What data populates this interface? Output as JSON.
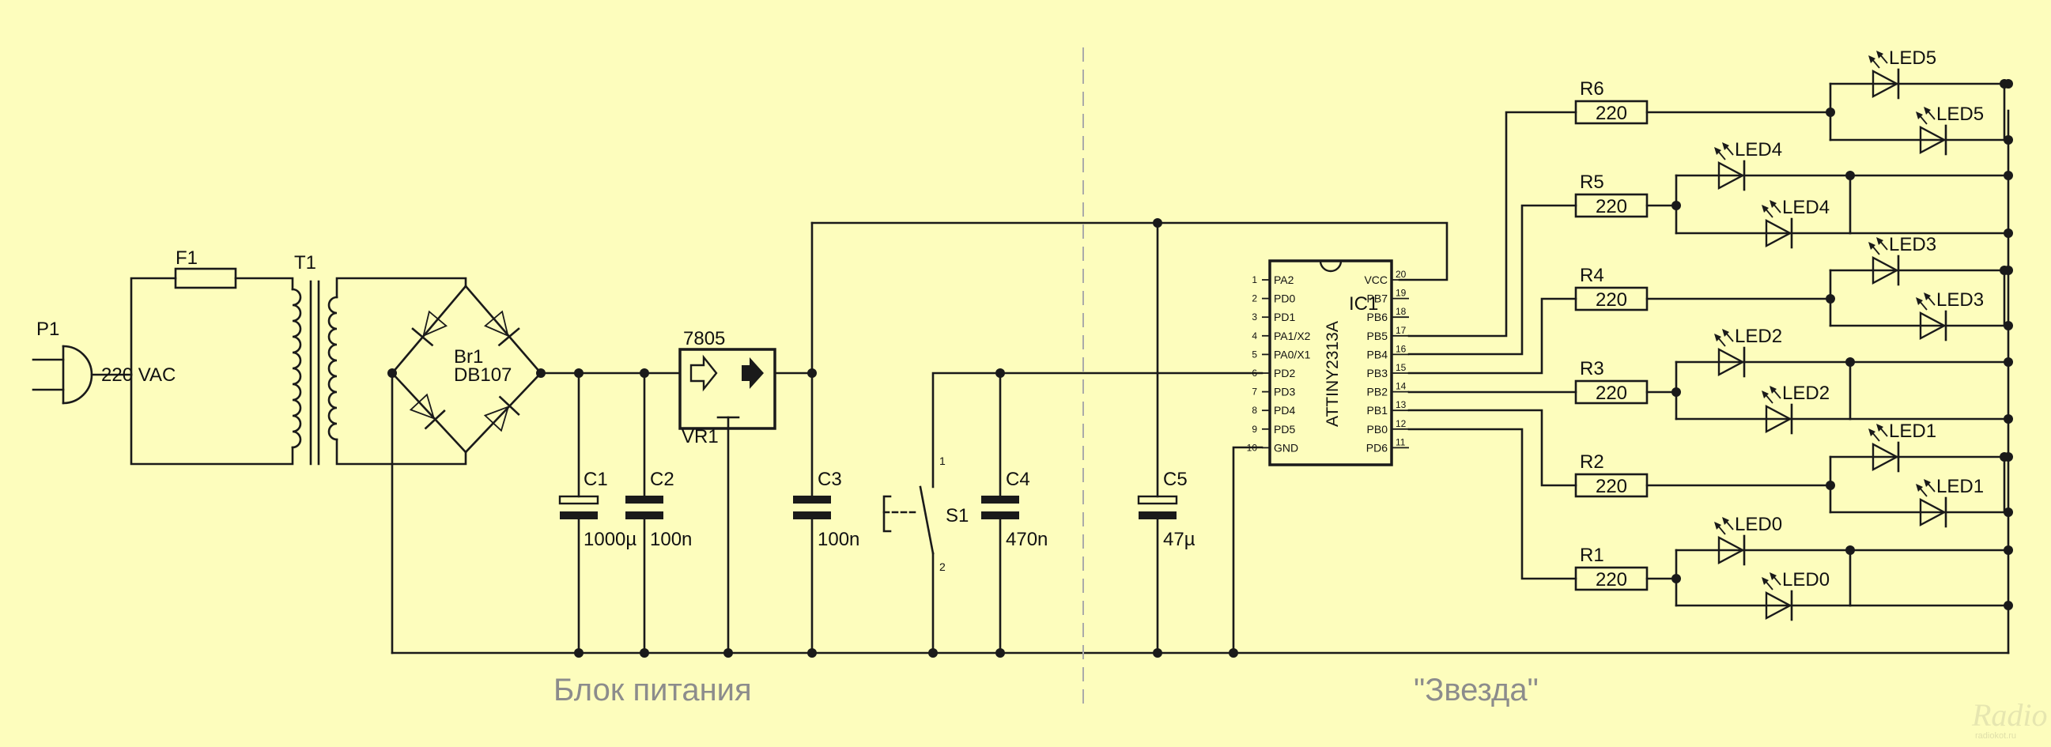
{
  "labels": {
    "p1": "P1",
    "vac": "220 VAC",
    "f1": "F1",
    "t1": "T1",
    "br1": "Br1",
    "db107": "DB107",
    "reg": "7805",
    "vr1": "VR1",
    "c1": "C1",
    "c1v": "1000µ",
    "c2": "C2",
    "c2v": "100n",
    "c3": "C3",
    "c3v": "100n",
    "c4": "C4",
    "c4v": "470n",
    "c5": "C5",
    "c5v": "47µ",
    "s1": "S1",
    "s1p1": "1",
    "s1p2": "2",
    "ic1": "IC1",
    "icpart": "ATTINY2313A"
  },
  "ic_pins_left": [
    {
      "name": "PA2",
      "num": "1"
    },
    {
      "name": "PD0",
      "num": "2"
    },
    {
      "name": "PD1",
      "num": "3"
    },
    {
      "name": "PA1/X2",
      "num": "4"
    },
    {
      "name": "PA0/X1",
      "num": "5"
    },
    {
      "name": "PD2",
      "num": "6"
    },
    {
      "name": "PD3",
      "num": "7"
    },
    {
      "name": "PD4",
      "num": "8"
    },
    {
      "name": "PD5",
      "num": "9"
    },
    {
      "name": "GND",
      "num": "10"
    }
  ],
  "ic_pins_right": [
    {
      "name": "VCC",
      "num": "20"
    },
    {
      "name": "PB7",
      "num": "19"
    },
    {
      "name": "PB6",
      "num": "18"
    },
    {
      "name": "PB5",
      "num": "17"
    },
    {
      "name": "PB4",
      "num": "16"
    },
    {
      "name": "PB3",
      "num": "15"
    },
    {
      "name": "PB2",
      "num": "14"
    },
    {
      "name": "PB1",
      "num": "13"
    },
    {
      "name": "PB0",
      "num": "12"
    },
    {
      "name": "PD6",
      "num": "11"
    }
  ],
  "led_groups": [
    {
      "res": "R6",
      "val": "220",
      "led": "LED5"
    },
    {
      "res": "R5",
      "val": "220",
      "led": "LED4"
    },
    {
      "res": "R4",
      "val": "220",
      "led": "LED3"
    },
    {
      "res": "R3",
      "val": "220",
      "led": "LED2"
    },
    {
      "res": "R2",
      "val": "220",
      "led": "LED1"
    },
    {
      "res": "R1",
      "val": "220",
      "led": "LED0"
    }
  ],
  "sections": {
    "power": "Блок питания",
    "star": "\"Звезда\""
  },
  "watermark": {
    "logo": "Radio KOT",
    "site": "radiokot.ru"
  }
}
